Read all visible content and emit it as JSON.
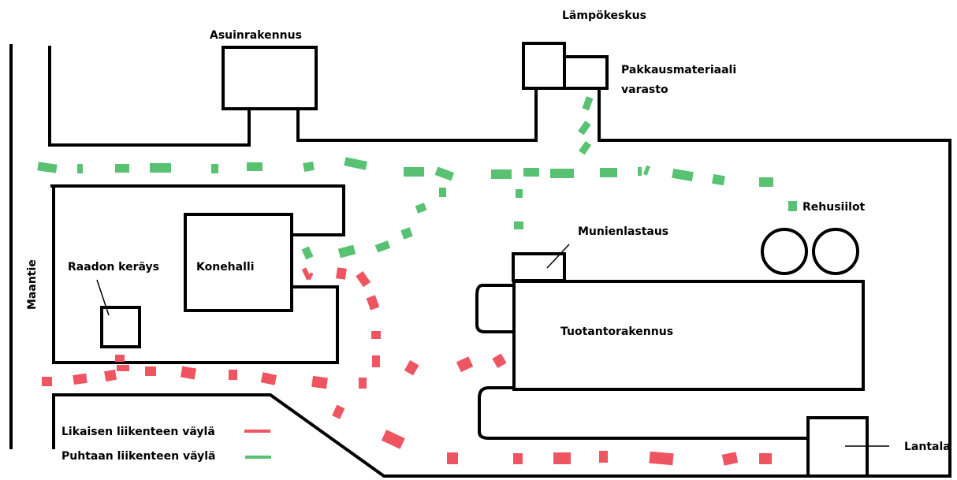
{
  "labels": {
    "asuinrakennus": "Asuinrakennus",
    "lampokeskus": "Lämpökeskus",
    "pakkaus_line1": "Pakkausmateriaali",
    "pakkaus_line2": "varasto",
    "rehusiilot": "Rehusiilot",
    "munienlastaus": "Munienlastaus",
    "raadon_kerays": "Raadon keräys",
    "konehalli": "Konehalli",
    "tuotantorakennus": "Tuotantorakennus",
    "lantala": "Lantala",
    "maantie": "Maantie"
  },
  "legend": {
    "dirty_label": "Likaisen liikenteen väylä",
    "clean_label": "Puhtaan liikenteen väylä",
    "dirty_color": "#ee5560",
    "clean_color": "#59c172"
  }
}
